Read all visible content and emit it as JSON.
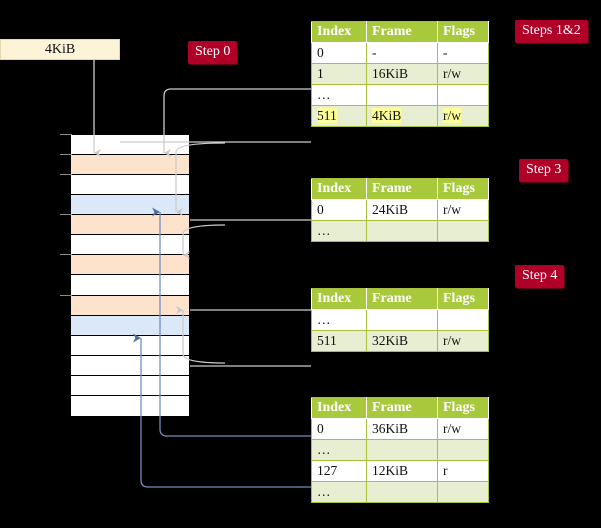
{
  "diagram": {
    "title_badges": [
      {
        "id": "steps12",
        "label": "Steps 1&2"
      },
      {
        "id": "step0",
        "label": "Step 0"
      },
      {
        "id": "step3",
        "label": "Step 3"
      },
      {
        "id": "step4",
        "label": "Step 4"
      }
    ],
    "source_box": {
      "label": "4KiB"
    },
    "accent_colors": {
      "badge_bg": "#b00028",
      "badge_text": "#ffffff",
      "table_header_bg": "#a9c93c",
      "table_alt_row_bg": "#e7eed2",
      "highlight_bg": "#ffff99",
      "source_box_bg": "#fdf3d7",
      "mem_orange": "#fde3cc",
      "mem_blue": "#dbe8f8",
      "wire_gray": "#cccccc",
      "wire_blue": "#6f8fbf"
    }
  },
  "tables": [
    {
      "id": "table-l4",
      "step": "Steps 1&2",
      "columns": [
        "Index",
        "Frame",
        "Flags"
      ],
      "rows": [
        {
          "cells": [
            "0",
            "-",
            "-"
          ],
          "alt": false,
          "highlight": false
        },
        {
          "cells": [
            "1",
            "16KiB",
            "r/w"
          ],
          "alt": true,
          "highlight": false
        },
        {
          "cells": [
            "…",
            "",
            ""
          ],
          "alt": false,
          "highlight": false
        },
        {
          "cells": [
            "511",
            "4KiB",
            "r/w"
          ],
          "alt": true,
          "highlight": true
        }
      ]
    },
    {
      "id": "table-l3",
      "step": "Step 3",
      "columns": [
        "Index",
        "Frame",
        "Flags"
      ],
      "rows": [
        {
          "cells": [
            "0",
            "24KiB",
            "r/w"
          ],
          "alt": false,
          "highlight": false
        },
        {
          "cells": [
            "…",
            "",
            ""
          ],
          "alt": true,
          "highlight": false
        }
      ]
    },
    {
      "id": "table-l2",
      "step": "Step 4",
      "columns": [
        "Index",
        "Frame",
        "Flags"
      ],
      "rows": [
        {
          "cells": [
            "…",
            "",
            ""
          ],
          "alt": false,
          "highlight": false
        },
        {
          "cells": [
            "511",
            "32KiB",
            "r/w"
          ],
          "alt": true,
          "highlight": false
        }
      ]
    },
    {
      "id": "table-l1",
      "step": "",
      "columns": [
        "Index",
        "Frame",
        "Flags"
      ],
      "rows": [
        {
          "cells": [
            "0",
            "36KiB",
            "r/w"
          ],
          "alt": false,
          "highlight": false
        },
        {
          "cells": [
            "…",
            "",
            ""
          ],
          "alt": true,
          "highlight": false
        },
        {
          "cells": [
            "127",
            "12KiB",
            "r"
          ],
          "alt": false,
          "highlight": false
        },
        {
          "cells": [
            "…",
            "",
            ""
          ],
          "alt": true,
          "highlight": false
        }
      ]
    }
  ],
  "memory_column": {
    "rows": [
      {
        "fill": "white",
        "tick": true
      },
      {
        "fill": "orange",
        "tick": true
      },
      {
        "fill": "white",
        "tick": true
      },
      {
        "fill": "blue",
        "tick": false
      },
      {
        "fill": "orange",
        "tick": true
      },
      {
        "fill": "white",
        "tick": false
      },
      {
        "fill": "orange",
        "tick": true
      },
      {
        "fill": "white",
        "tick": false
      },
      {
        "fill": "orange",
        "tick": true
      },
      {
        "fill": "blue",
        "tick": false
      },
      {
        "fill": "white",
        "tick": false
      },
      {
        "fill": "white",
        "tick": false
      },
      {
        "fill": "white",
        "tick": false
      },
      {
        "fill": "white",
        "tick": false
      }
    ]
  }
}
